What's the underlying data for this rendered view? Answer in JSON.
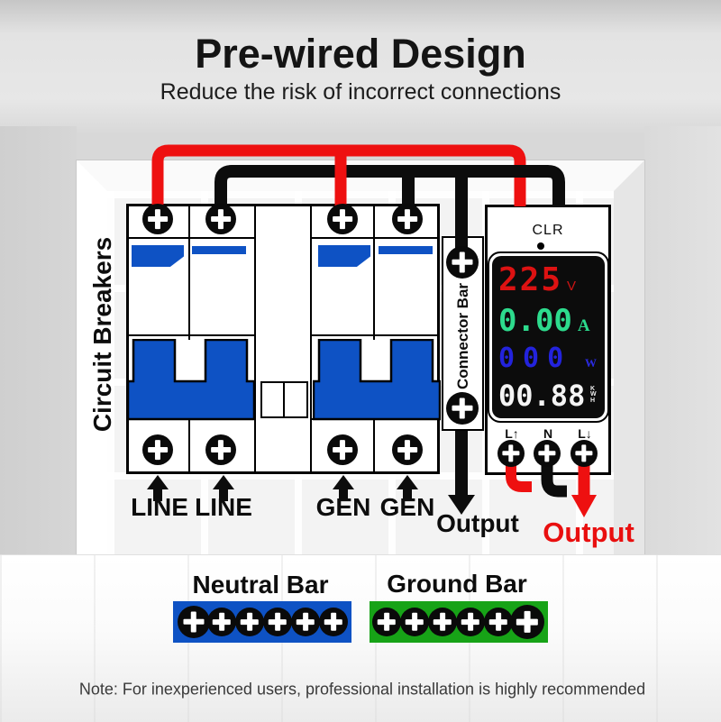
{
  "header": {
    "title": "Pre-wired Design",
    "subtitle": "Reduce the risk of incorrect connections"
  },
  "breaker_panel": {
    "label": "Circuit Breakers",
    "terminal_labels": [
      "LINE",
      "LINE",
      "GEN",
      "GEN"
    ]
  },
  "connector_bar": {
    "label": "Connector Bar",
    "output_label": "Output"
  },
  "meter": {
    "clear_button_label": "CLR",
    "display": {
      "voltage": {
        "value": "225",
        "unit": "V"
      },
      "current": {
        "value": "0.00",
        "unit": "A"
      },
      "power": {
        "value": "000",
        "unit": "W"
      },
      "energy": {
        "value": "00.88",
        "unit": "KWH"
      }
    },
    "terminal_labels": [
      "L↑",
      "N",
      "L↓"
    ],
    "output_label": "Output"
  },
  "bus_bars": {
    "neutral": {
      "label": "Neutral Bar"
    },
    "ground": {
      "label": "Ground Bar"
    }
  },
  "note": "Note: For inexperienced users, professional installation is highly recommended",
  "colors": {
    "wire_red": "#ee1010",
    "wire_black": "#0c0c0c",
    "breaker_blue": "#0e52c4",
    "neutral_bar_blue": "#0e52c4",
    "ground_bar_green": "#17a317",
    "display_voltage_red": "#dd1212",
    "display_current_green": "#2ddb8d",
    "display_power_blue": "#2323dd",
    "display_energy_white": "#f4f4f4"
  }
}
